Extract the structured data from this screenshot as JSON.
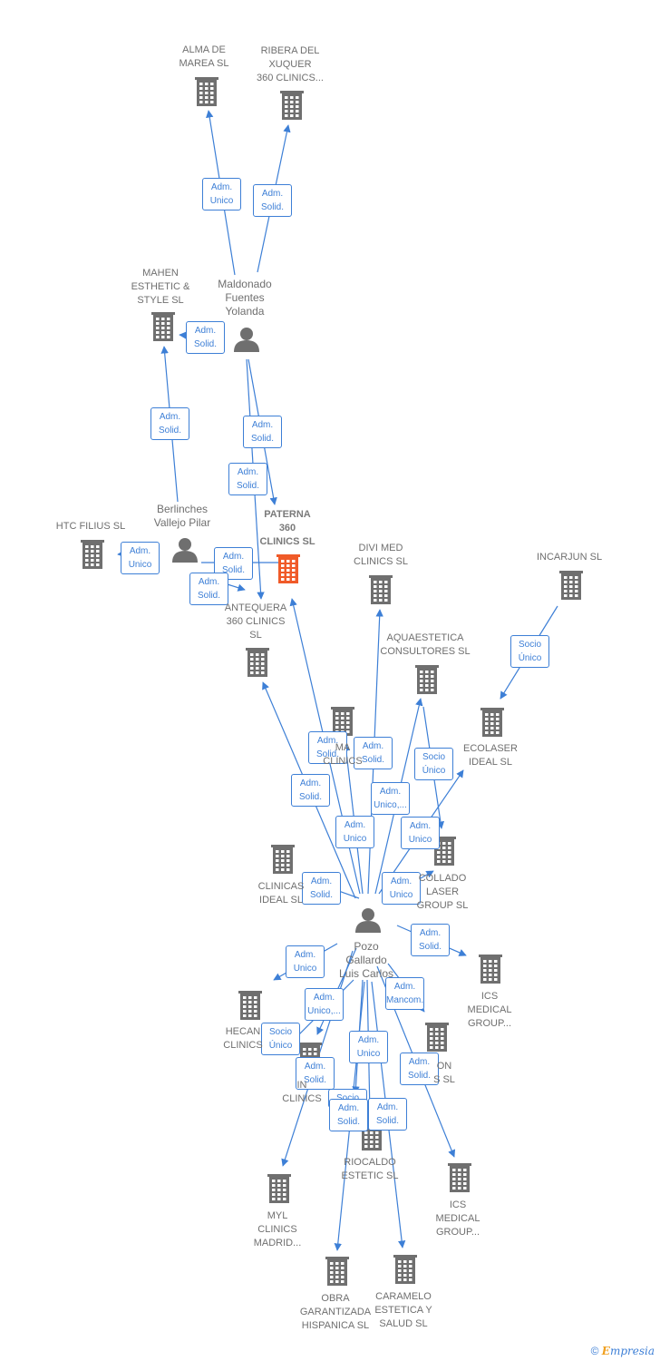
{
  "colors": {
    "edge": "#3d7fd6",
    "node": "#6f6f6f",
    "focus": "#f05a28"
  },
  "nodes": [
    {
      "id": "alma",
      "type": "company",
      "label": "ALMA DE\nMAREA  SL",
      "focus": false
    },
    {
      "id": "ribera",
      "type": "company",
      "label": "RIBERA DEL\nXUQUER\n360 CLINICS...",
      "focus": false
    },
    {
      "id": "mahen",
      "type": "company",
      "label": "MAHEN\nESTHETIC &\nSTYLE  SL",
      "focus": false
    },
    {
      "id": "maldonado",
      "type": "person",
      "label": "Maldonado\nFuentes\nYolanda",
      "focus": false
    },
    {
      "id": "berlinches",
      "type": "person",
      "label": "Berlinches\nVallejo Pilar",
      "focus": false
    },
    {
      "id": "htc",
      "type": "company",
      "label": "HTC FILIUS  SL",
      "focus": false
    },
    {
      "id": "paterna",
      "type": "company",
      "label": "PATERNA\n360\nCLINICS  SL",
      "focus": true
    },
    {
      "id": "antequera",
      "type": "company",
      "label": "ANTEQUERA\n360 CLINICS\nSL",
      "focus": false
    },
    {
      "id": "divimed",
      "type": "company",
      "label": "DIVI MED\nCLINICS  SL",
      "focus": false
    },
    {
      "id": "incarjun",
      "type": "company",
      "label": "INCARJUN  SL",
      "focus": false
    },
    {
      "id": "aquaestetica",
      "type": "company",
      "label": "AQUAESTETICA\nCONSULTORES SL",
      "focus": false
    },
    {
      "id": "ecolaser",
      "type": "company",
      "label": "ECOLASER\nIDEAL  SL",
      "focus": false
    },
    {
      "id": "ma_clinics",
      "type": "company",
      "label": "MA\nCLINICS",
      "focus": false
    },
    {
      "id": "clinicas_ideal",
      "type": "company",
      "label": "CLINICAS\nIDEAL  SL",
      "focus": false
    },
    {
      "id": "collado",
      "type": "company",
      "label": "COLLADO\nLASER\nGROUP  SL",
      "focus": false
    },
    {
      "id": "pozo",
      "type": "person",
      "label": "Pozo\nGallardo\nLuis Carlos",
      "focus": false
    },
    {
      "id": "ics1",
      "type": "company",
      "label": "ICS\nMEDICAL\nGROUP...",
      "focus": false
    },
    {
      "id": "hecan",
      "type": "company",
      "label": "HECAN\nCLINICS",
      "focus": false
    },
    {
      "id": "in_clinics",
      "type": "company",
      "label": "IN\nCLINICS",
      "focus": false
    },
    {
      "id": "on_sl",
      "type": "company",
      "label": "ON\nS  SL",
      "focus": false
    },
    {
      "id": "riocaldo",
      "type": "company",
      "label": "RIOCALDO\nESTETIC  SL",
      "focus": false
    },
    {
      "id": "ics2",
      "type": "company",
      "label": "ICS\nMEDICAL\nGROUP...",
      "focus": false
    },
    {
      "id": "myl",
      "type": "company",
      "label": "MYL\nCLINICS\nMADRID...",
      "focus": false
    },
    {
      "id": "obra",
      "type": "company",
      "label": "OBRA\nGARANTIZADA\nHISPANICA  SL",
      "focus": false
    },
    {
      "id": "caramelo",
      "type": "company",
      "label": "CARAMELO\nESTETICA Y\nSALUD  SL",
      "focus": false
    }
  ],
  "edges": [
    {
      "from": "maldonado",
      "to": "alma",
      "label": "Adm.\nUnico"
    },
    {
      "from": "maldonado",
      "to": "ribera",
      "label": "Adm.\nSolid."
    },
    {
      "from": "maldonado",
      "to": "mahen",
      "label": "Adm.\nSolid."
    },
    {
      "from": "maldonado",
      "to": "paterna",
      "label": "Adm.\nSolid."
    },
    {
      "from": "maldonado",
      "to": "antequera",
      "label": "Adm.\nSolid."
    },
    {
      "from": "berlinches",
      "to": "mahen",
      "label": "Adm.\nSolid."
    },
    {
      "from": "berlinches",
      "to": "htc",
      "label": "Adm.\nUnico"
    },
    {
      "from": "berlinches",
      "to": "paterna",
      "label": "Adm.\nSolid."
    },
    {
      "from": "berlinches",
      "to": "antequera",
      "label": "Adm.\nSolid."
    },
    {
      "from": "incarjun",
      "to": "ecolaser",
      "label": "Socio\nÚnico"
    },
    {
      "from": "pozo",
      "to": "paterna",
      "label": "Adm.\nSolid."
    },
    {
      "from": "pozo",
      "to": "antequera",
      "label": "Adm.\nSolid."
    },
    {
      "from": "pozo",
      "to": "divimed",
      "label": "Adm.\nSolid."
    },
    {
      "from": "pozo",
      "to": "aquaestetica",
      "label": "Adm.\nUnico,..."
    },
    {
      "from": "pozo",
      "to": "ma_clinics",
      "label": "Adm.\nUnico"
    },
    {
      "from": "pozo",
      "to": "ecolaser",
      "label": "Adm.\nUnico"
    },
    {
      "from": "pozo",
      "to": "collado",
      "label": "Socio\nÚnico"
    },
    {
      "from": "pozo",
      "to": "clinicas_ideal",
      "label": "Adm.\nSolid."
    },
    {
      "from": "pozo",
      "to": "collado",
      "label": "Adm.\nUnico"
    },
    {
      "from": "pozo",
      "to": "ics1",
      "label": "Adm.\nSolid."
    },
    {
      "from": "pozo",
      "to": "hecan",
      "label": "Adm.\nUnico"
    },
    {
      "from": "pozo",
      "to": "in_clinics",
      "label": "Adm.\nUnico,..."
    },
    {
      "from": "pozo",
      "to": "on_sl",
      "label": "Adm.\nMancom."
    },
    {
      "from": "pozo",
      "to": "in_clinics",
      "label": "Socio\nÚnico"
    },
    {
      "from": "pozo",
      "to": "riocaldo",
      "label": "Adm.\nUnico"
    },
    {
      "from": "pozo",
      "to": "myl",
      "label": "Adm.\nSolid."
    },
    {
      "from": "pozo",
      "to": "ics2",
      "label": "Adm.\nSolid."
    },
    {
      "from": "pozo",
      "to": "riocaldo",
      "label": "Socio"
    },
    {
      "from": "pozo",
      "to": "obra",
      "label": "Adm.\nSolid."
    },
    {
      "from": "pozo",
      "to": "caramelo",
      "label": "Adm.\nSolid."
    }
  ],
  "footer": {
    "copyright": "©",
    "brand_e": "E",
    "brand_rest": "mpresia"
  }
}
